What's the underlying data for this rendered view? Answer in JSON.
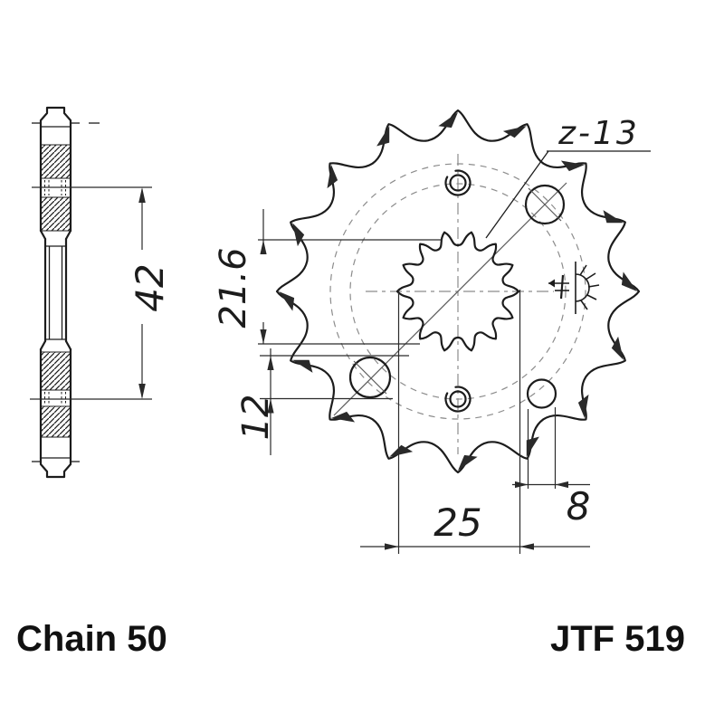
{
  "drawing": {
    "labels": {
      "teeth_count": "z-13"
    },
    "dimensions": {
      "width": "42",
      "inner_diameter": "21.6",
      "small_hole": "12",
      "bore_across": "25",
      "hole_diameter": "8"
    },
    "captions": {
      "chain_size": "Chain 50",
      "part_number": "JTF 519"
    },
    "colors": {
      "line": "#1c1c1c",
      "centerline": "#8c8c8c",
      "background": "#ffffff"
    },
    "icons": {
      "surface_finish": "surface-finish-icon"
    }
  }
}
